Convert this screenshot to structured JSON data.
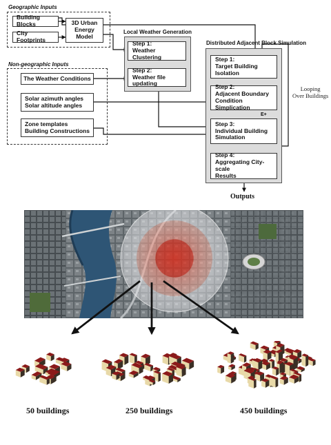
{
  "geographic": {
    "heading": "Geographic Inputs",
    "building_blocks": "Building Blocks",
    "city_footprints": "City Footprints",
    "urban_model": [
      "3D Urban",
      "Energy Model"
    ]
  },
  "non_geographic": {
    "heading": "Non-geographic Inputs",
    "weather_conditions": "The Weather Conditions",
    "solar": [
      "Solar azimuth angles",
      "Solar altitude angles"
    ],
    "zone": [
      "Zone templates",
      "Building Constructions"
    ]
  },
  "local_weather": {
    "heading": "Local Weather Generation",
    "step1": [
      "Step 1:",
      "Weather Clustering"
    ],
    "step2": [
      "Step 2:",
      "Weather file updating"
    ]
  },
  "distributed": {
    "heading": "Distributed Adjacent Block Simulation",
    "step1": [
      "Step 1:",
      "Target Building Isolation"
    ],
    "step2": [
      "Step 2:",
      "Adjacent Boundary",
      "Condition Simplication"
    ],
    "step3": [
      "Step 3:",
      "Individual Building",
      "Simulation"
    ],
    "step4": [
      "Step 4:",
      "Aggregating City-scale",
      "Results"
    ],
    "e_plus": "E+"
  },
  "looping": [
    "Looping",
    "Over Buildings"
  ],
  "outputs": "Outputs",
  "buildings": {
    "b50": "50 buildings",
    "b250": "250 buildings",
    "b450": "450 buildings"
  },
  "colors": {
    "roof": "#8b1a1a",
    "wall_light": "#e8d9a8",
    "wall_dark": "#3a2f25",
    "circle_outer": "#f2b0a0",
    "circle_inner": "#d9301f"
  }
}
